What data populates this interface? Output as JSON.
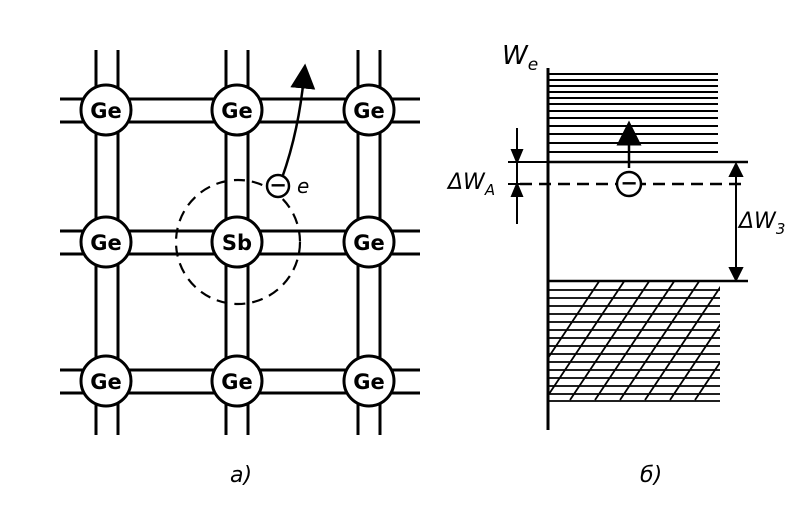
{
  "lattice": {
    "atoms": {
      "top_left": "Ge",
      "top_center": "Ge",
      "top_right": "Ge",
      "mid_left": "Ge",
      "mid_center": "Sb",
      "mid_right": "Ge",
      "bot_left": "Ge",
      "bot_center": "Ge",
      "bot_right": "Ge"
    },
    "electron_sign": "−",
    "electron_label": "e"
  },
  "band": {
    "axis_label": "W",
    "axis_label_sub": "e",
    "donor_gap_label": "ΔW",
    "donor_gap_sub": "A",
    "band_gap_label": "ΔW",
    "band_gap_sub": "3",
    "electron_sign": "−"
  },
  "captions": {
    "left": "а)",
    "right": "б)"
  }
}
